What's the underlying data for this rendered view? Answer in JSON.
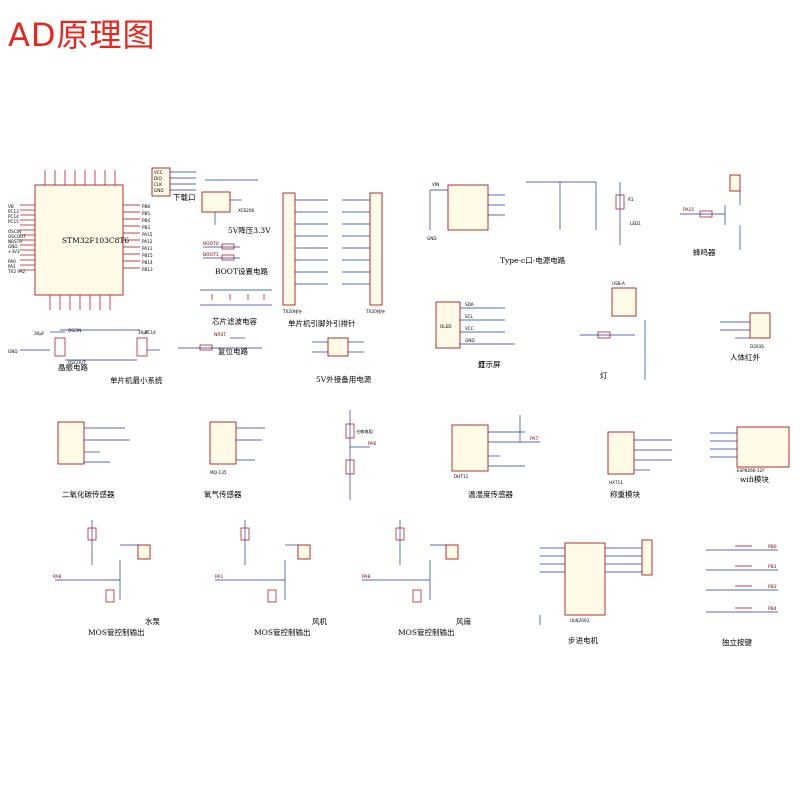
{
  "title": "AD原理图",
  "colors": {
    "title": "#e8261c",
    "wire": "#1a3aa8",
    "part": "#b00000",
    "body": "#fffbe6"
  },
  "modules": [
    {
      "id": "mcu",
      "label": "单片机最小系统",
      "chip": "STM32F103C8T6",
      "sub": "晶振电路"
    },
    {
      "id": "download",
      "label": "下载口"
    },
    {
      "id": "ldo",
      "label": "5V降压3.3V",
      "chip": "XC6206"
    },
    {
      "id": "boot",
      "label": "BOOT设置电路",
      "pins": [
        "BOOT0",
        "BOOT1"
      ]
    },
    {
      "id": "caps",
      "label": "芯片滤波电容"
    },
    {
      "id": "reset",
      "label": "复位电路",
      "pin": "NRST"
    },
    {
      "id": "header",
      "label": "单片机引脚外引排针",
      "parts": [
        "TX20排针",
        "TX20排针"
      ]
    },
    {
      "id": "ext5v",
      "label": "5V外接备用电源"
    },
    {
      "id": "usbc",
      "label": "Type-c口-电源电路"
    },
    {
      "id": "buzzer",
      "label": "蜂鸣器",
      "pin": "PA15"
    },
    {
      "id": "oled",
      "label": "显示屏",
      "chip": "OLED"
    },
    {
      "id": "lamp",
      "label": "灯",
      "part": "USB-A"
    },
    {
      "id": "pir",
      "label": "人体红外",
      "chip": "D203S"
    },
    {
      "id": "co2",
      "label": "二氧化碳传感器"
    },
    {
      "id": "o2",
      "label": "氧气传感器",
      "chip": "MQ-135"
    },
    {
      "id": "ldr",
      "label": "光敏电阻",
      "pin": "PA6"
    },
    {
      "id": "dht",
      "label": "温湿度传感器",
      "chip": "DHT11",
      "pin": "PA7"
    },
    {
      "id": "scale",
      "label": "称重模块",
      "chip": "HX711"
    },
    {
      "id": "wifi",
      "label": "wifi模块",
      "chip": "ESP8266-12F"
    },
    {
      "id": "mos1",
      "label": "MOS管控制输出",
      "load": "水泵",
      "pin": "PA8"
    },
    {
      "id": "mos2",
      "label": "MOS管控制输出",
      "load": "风机",
      "pin": "PA1"
    },
    {
      "id": "mos3",
      "label": "MOS管控制输出",
      "load": "风扇",
      "pin": "PA8"
    },
    {
      "id": "stepper",
      "label": "步进电机",
      "chip": "ULN2003"
    },
    {
      "id": "keys",
      "label": "独立按键",
      "pins": [
        "PB0",
        "PB1",
        "PB3",
        "PB4"
      ]
    }
  ]
}
